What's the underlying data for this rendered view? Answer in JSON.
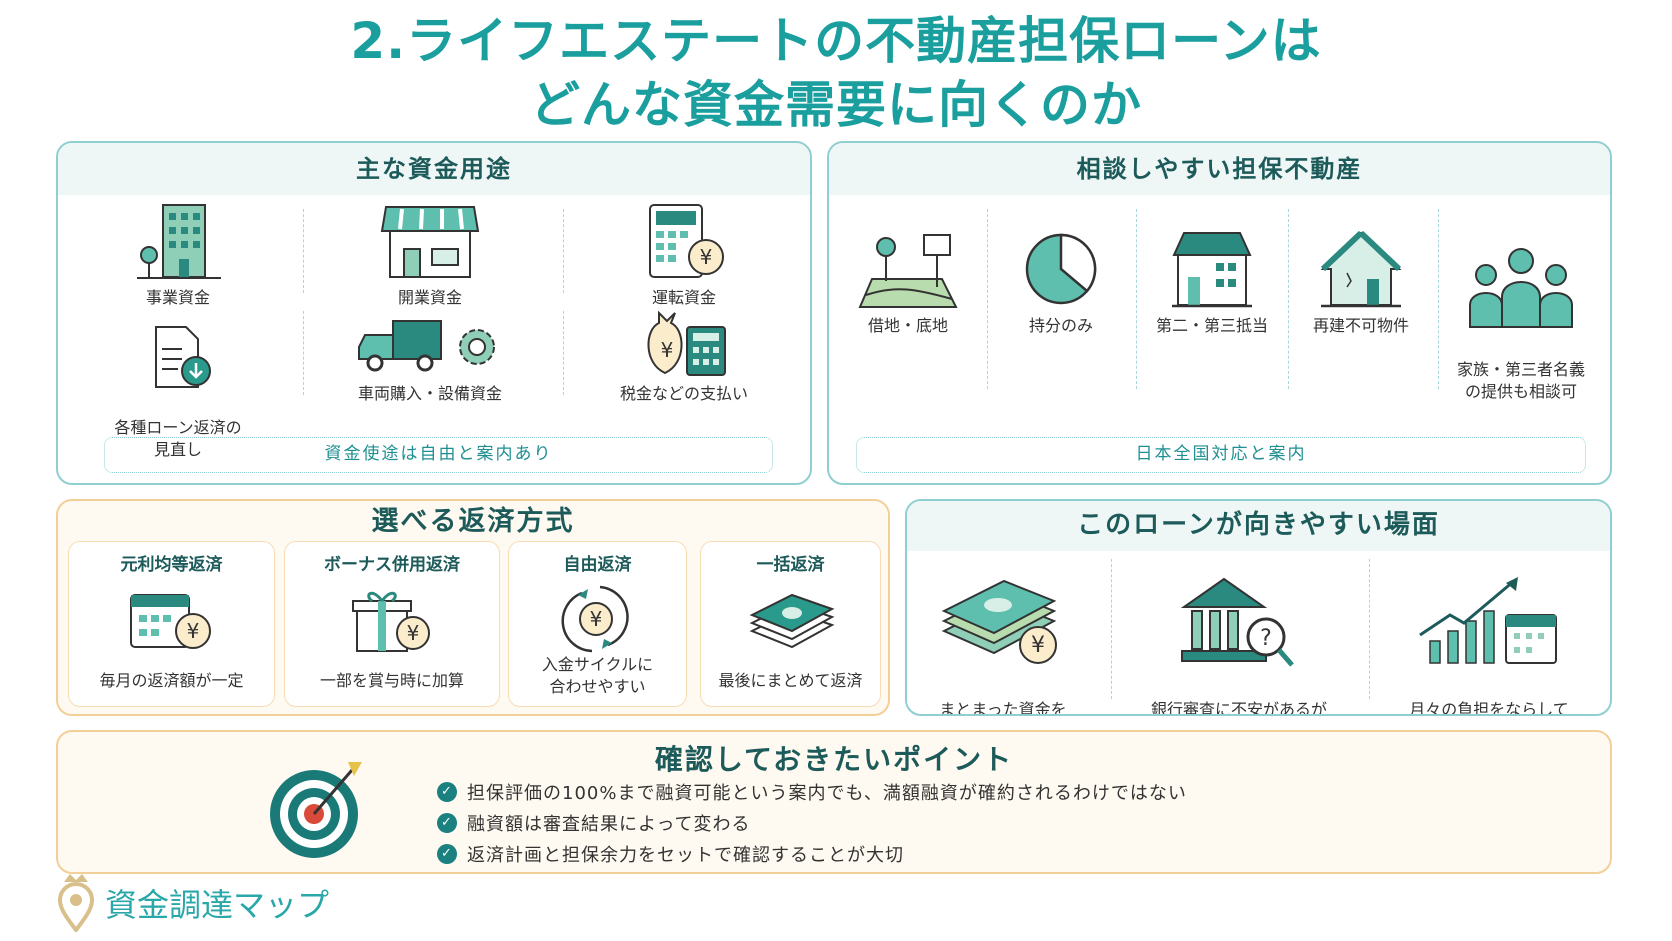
{
  "title": {
    "line1": "2.ライフエステートの不動産担保ローンは",
    "line2": "どんな資金需要に向くのか"
  },
  "uses": {
    "heading": "主な資金用途",
    "items": [
      {
        "label": "事業資金",
        "icon": "office-building-icon"
      },
      {
        "label": "開業資金",
        "icon": "storefront-icon"
      },
      {
        "label": "運転資金",
        "icon": "calculator-yen-icon"
      },
      {
        "label": "各種ローン返済の\n見直し",
        "icon": "document-download-icon"
      },
      {
        "label": "車両購入・設備資金",
        "icon": "truck-gear-icon"
      },
      {
        "label": "税金などの支払い",
        "icon": "money-bag-calculator-icon"
      }
    ],
    "footer": "資金使途は自由と案内あり"
  },
  "collateral": {
    "heading": "相談しやすい担保不動産",
    "items": [
      {
        "label": "借地・底地",
        "icon": "land-sign-icon"
      },
      {
        "label": "持分のみ",
        "icon": "pie-share-icon"
      },
      {
        "label": "第二・第三抵当",
        "icon": "house-icon"
      },
      {
        "label": "再建不可物件",
        "icon": "old-house-icon"
      },
      {
        "label": "家族・第三者名義\nの提供も相談可",
        "icon": "people-group-icon"
      }
    ],
    "footer": "日本全国対応と案内"
  },
  "repayment": {
    "heading": "選べる返済方式",
    "items": [
      {
        "title": "元利均等返済",
        "desc": "毎月の返済額が一定",
        "icon": "calendar-yen-icon"
      },
      {
        "title": "ボーナス併用返済",
        "desc": "一部を賞与時に加算",
        "icon": "gift-yen-icon"
      },
      {
        "title": "自由返済",
        "desc": "入金サイクルに\n合わせやすい",
        "icon": "yen-cycle-icon"
      },
      {
        "title": "一括返済",
        "desc": "最後にまとめて返済",
        "icon": "cash-stack-icon"
      }
    ]
  },
  "scenes": {
    "heading": "このローンが向きやすい場面",
    "items": [
      {
        "label": "まとまった資金を\n確保したい",
        "icon": "money-stack-yen-icon"
      },
      {
        "label": "銀行審査に不安があるが\n不動産を活用したい",
        "icon": "bank-question-icon"
      },
      {
        "label": "月々の負担をならして\n長期返済を考えたい",
        "icon": "growth-chart-calendar-icon"
      }
    ]
  },
  "points": {
    "heading": "確認しておきたいポイント",
    "icon": "target-arrow-icon",
    "items": [
      "担保評価の100%まで融資可能という案内でも、満額融資が確約されるわけではない",
      "融資額は審査結果によって変わる",
      "返済計画と担保余力をセットで確認することが大切"
    ]
  },
  "logo": {
    "text": "資金調達マップ"
  },
  "colors": {
    "teal": "#1a9e9e",
    "dark_teal": "#1d5a5a",
    "border_teal": "#8fcfd2",
    "border_orange": "#f3cf98",
    "icon_fill": "#5fbfae"
  }
}
